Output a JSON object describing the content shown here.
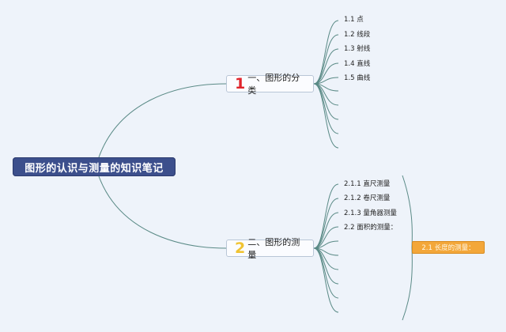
{
  "root": {
    "label": "图形的认识与测量的知识笔记"
  },
  "branches": [
    {
      "num": "1",
      "label": "一、图形的分类"
    },
    {
      "num": "2",
      "label": "二、图形的测量"
    }
  ],
  "branch1_leaves": [
    "1.1 点",
    "1.2 线段",
    "1.3 射线",
    "1.4 直线",
    "1.5 曲线"
  ],
  "branch2_leaves": [
    "2.1.1 直尺测量",
    "2.1.2 卷尺测量",
    "2.1.3 量角器测量",
    "2.2 面积的测量："
  ],
  "sub_node": {
    "label": "2.1 长度的测量："
  },
  "colors": {
    "background": "#eef3fa",
    "root_fill": "#3c4f8c",
    "link": "#5a8a86",
    "num1": "#e0242c",
    "num2": "#f0c332",
    "sub_fill": "#f3a73a"
  }
}
